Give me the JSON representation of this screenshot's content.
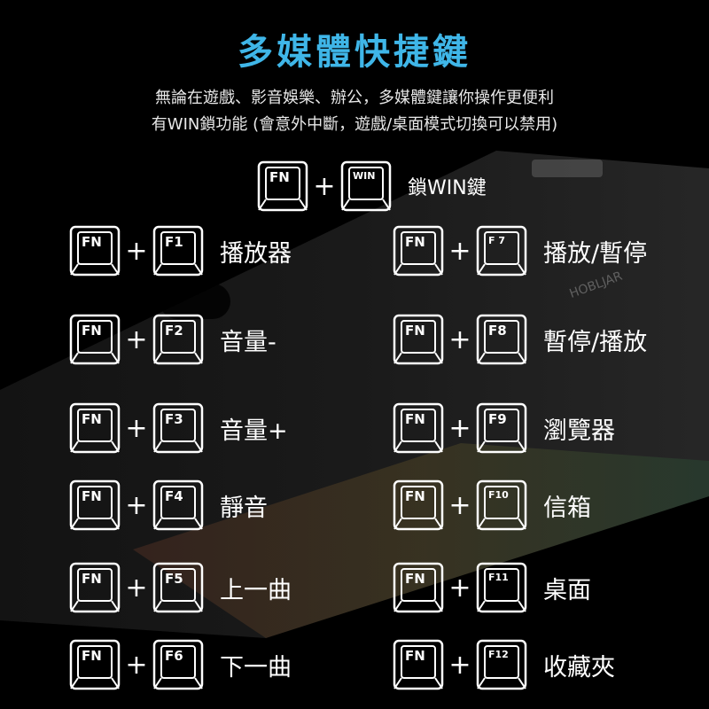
{
  "title": "多媒體快捷鍵",
  "subtitle_line1": "無論在遊戲、影音娛樂、辦公，多媒體鍵讓你操作更便利",
  "subtitle_line2": "有WIN鎖功能 (會意外中斷，遊戲/桌面模式切換可以禁用)",
  "plus": "+",
  "keyboard_badge": "HOBLJAR",
  "top_shortcut": {
    "mod": "FN",
    "key": "WIN",
    "desc": "鎖WIN鍵"
  },
  "left": [
    {
      "mod": "FN",
      "key": "F1",
      "desc": "播放器"
    },
    {
      "mod": "FN",
      "key": "F2",
      "desc": "音量-"
    },
    {
      "mod": "FN",
      "key": "F3",
      "desc": "音量+"
    },
    {
      "mod": "FN",
      "key": "F4",
      "desc": "靜音"
    },
    {
      "mod": "FN",
      "key": "F5",
      "desc": "上一曲"
    },
    {
      "mod": "FN",
      "key": "F6",
      "desc": "下一曲"
    }
  ],
  "right": [
    {
      "mod": "FN",
      "key": "F 7",
      "desc": "播放/暫停"
    },
    {
      "mod": "FN",
      "key": "F8",
      "desc": "暫停/播放"
    },
    {
      "mod": "FN",
      "key": "F9",
      "desc": "瀏覽器"
    },
    {
      "mod": "FN",
      "key": "F10",
      "desc": "信箱"
    },
    {
      "mod": "FN",
      "key": "F11",
      "desc": "桌面"
    },
    {
      "mod": "FN",
      "key": "F12",
      "desc": "收藏夾"
    }
  ],
  "colors": {
    "title": "#3fb6e8",
    "background": "#000000",
    "text": "#ffffff"
  }
}
